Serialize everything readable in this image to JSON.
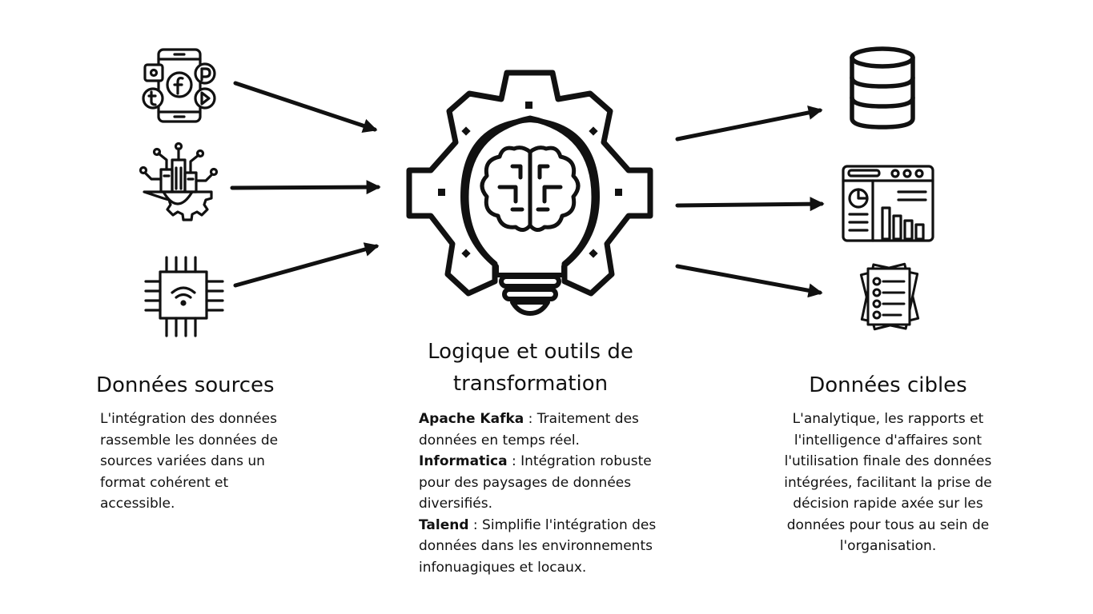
{
  "source": {
    "title": "Données sources",
    "description": "L'intégration des données rassemble les données de sources variées dans un format cohérent et accessible.",
    "icons": [
      "social-media-phone-icon",
      "smart-city-gear-icon",
      "wifi-chip-icon"
    ]
  },
  "transformation": {
    "title": "Logique et outils de transformation",
    "icon": "brain-gear-bulb-icon",
    "tools": [
      {
        "name": "Apache Kafka",
        "description": " : Traitement des données en temps réel."
      },
      {
        "name": "Informatica",
        "description": " : Intégration robuste pour des paysages de données diversifiés."
      },
      {
        "name": "Talend",
        "description": " : Simplifie l'intégration des données dans les environnements infonuagiques et locaux."
      }
    ]
  },
  "target": {
    "title": "Données cibles",
    "description": "L'analytique, les rapports et l'intelligence d'affaires sont l'utilisation finale des données intégrées, facilitant la prise de décision rapide axée sur les données pour tous au sein de l'organisation.",
    "icons": [
      "database-icon",
      "analytics-dashboard-icon",
      "report-checklist-icon"
    ]
  }
}
